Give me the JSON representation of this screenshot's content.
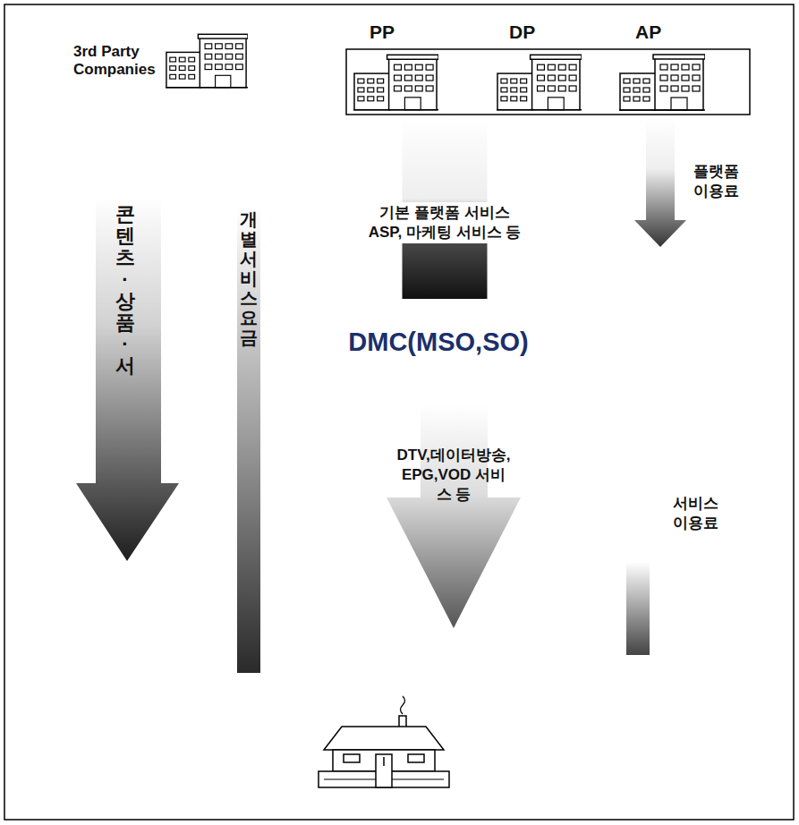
{
  "diagram": {
    "nodes": [
      {
        "text": [
          "3rd Party Companies"
        ]
      },
      {
        "text": [
          "PP"
        ]
      },
      {
        "text": [
          "DP"
        ]
      },
      {
        "text": [
          "AP"
        ]
      },
      {
        "text": [
          "DMC(MSO,SO)"
        ]
      }
    ],
    "edges": [
      {
        "from": 1,
        "to": 4,
        "label": "기본 플랫폼 서비스 ASP, 마케팅 서비스 등",
        "arrow": "none"
      },
      {
        "from": 3,
        "to": 4,
        "label": "플랫폼 이용료",
        "arrow": "to"
      }
    ],
    "labels": [
      "콘텐츠·상품·서",
      "개별 서비스 요금",
      "DTV,데이터방송, EPG,VOD 서비스 등",
      "서비스 이용료"
    ]
  }
}
